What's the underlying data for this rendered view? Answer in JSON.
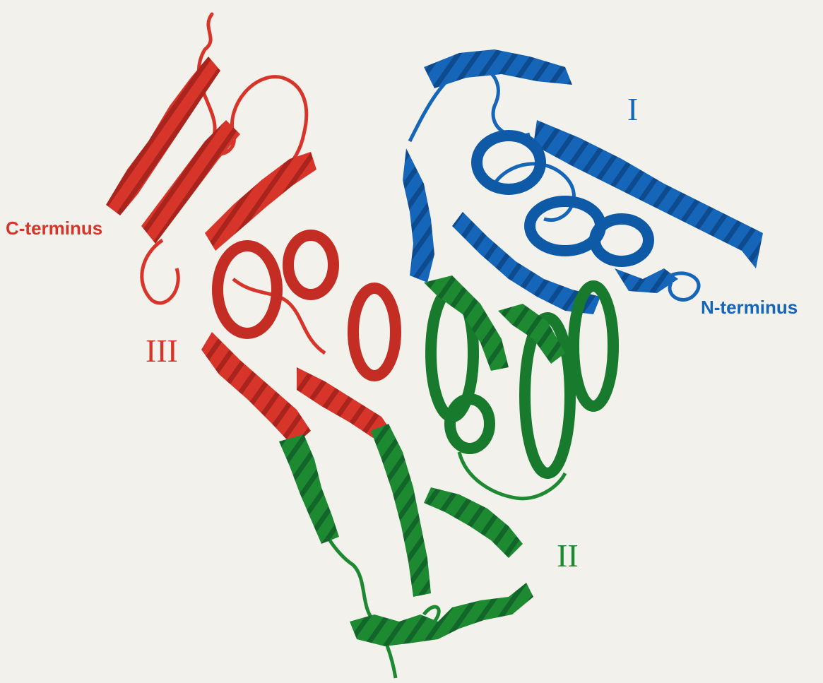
{
  "labels": {
    "c_terminus": "C-terminus",
    "n_terminus": "N-terminus",
    "domain_1": "I",
    "domain_2": "II",
    "domain_3": "III"
  },
  "colors": {
    "domain_1": "#1565b8",
    "domain_2": "#1d8a32",
    "domain_3": "#d8352a",
    "background": "#f2f1ec"
  },
  "structure": {
    "domains": [
      {
        "id": "domain_1",
        "color": "#1565b8",
        "region": "top-right"
      },
      {
        "id": "domain_2",
        "color": "#1d8a32",
        "region": "bottom-center"
      },
      {
        "id": "domain_3",
        "color": "#d8352a",
        "region": "top-left"
      }
    ]
  }
}
